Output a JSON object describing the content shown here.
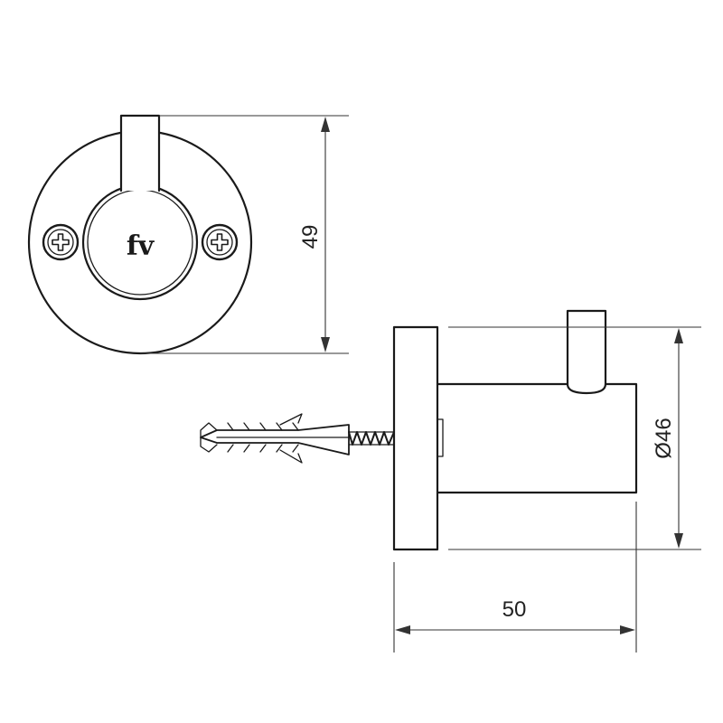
{
  "dimensions": {
    "height": "49",
    "diameter": "Ø46",
    "depth": "50"
  },
  "logo": "fv",
  "icons": {
    "screw": "phillips-screw-icon",
    "logo": "fv-brand-logo"
  },
  "colors": {
    "line": "#1a1a1a",
    "background": "#ffffff"
  }
}
